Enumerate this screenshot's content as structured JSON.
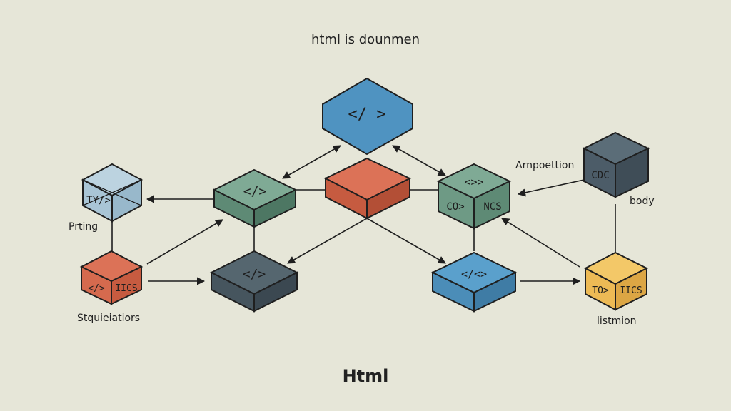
{
  "diagram": {
    "title": "html is dounmen",
    "bottom_title": "Html",
    "colors": {
      "background": "#e6e6d8",
      "blue": "#4f93c1",
      "green": "#6e9a85",
      "red": "#d56a4e",
      "slate": "#4c5c68",
      "light_blue": "#a9c5d6",
      "yellow": "#edba55",
      "outline": "#1f1f1f"
    },
    "nodes": {
      "top_hex": {
        "glyph": "</ >"
      },
      "green_mid": {
        "glyph": "</>"
      },
      "red_center": {
        "glyph": ""
      },
      "green_right": {
        "glyph_top": "<>>",
        "glyph_left": "CO>",
        "glyph_right": "NCS"
      },
      "light_left": {
        "glyph": "TY/>"
      },
      "red_left": {
        "glyph_left": "</>",
        "glyph_right": "IICS"
      },
      "slate_center": {
        "glyph": "</>"
      },
      "blue_lower": {
        "glyph": "</<>"
      },
      "slate_right": {
        "glyph": "CDC"
      },
      "yellow_right": {
        "glyph_left": "TO>",
        "glyph_right": "IICS"
      }
    },
    "labels": {
      "prting": "Prting",
      "stquieiatiors": "Stquieiatiors",
      "arnpoettion": "Arnpoettion",
      "body": "body",
      "listmion": "listmion"
    }
  }
}
